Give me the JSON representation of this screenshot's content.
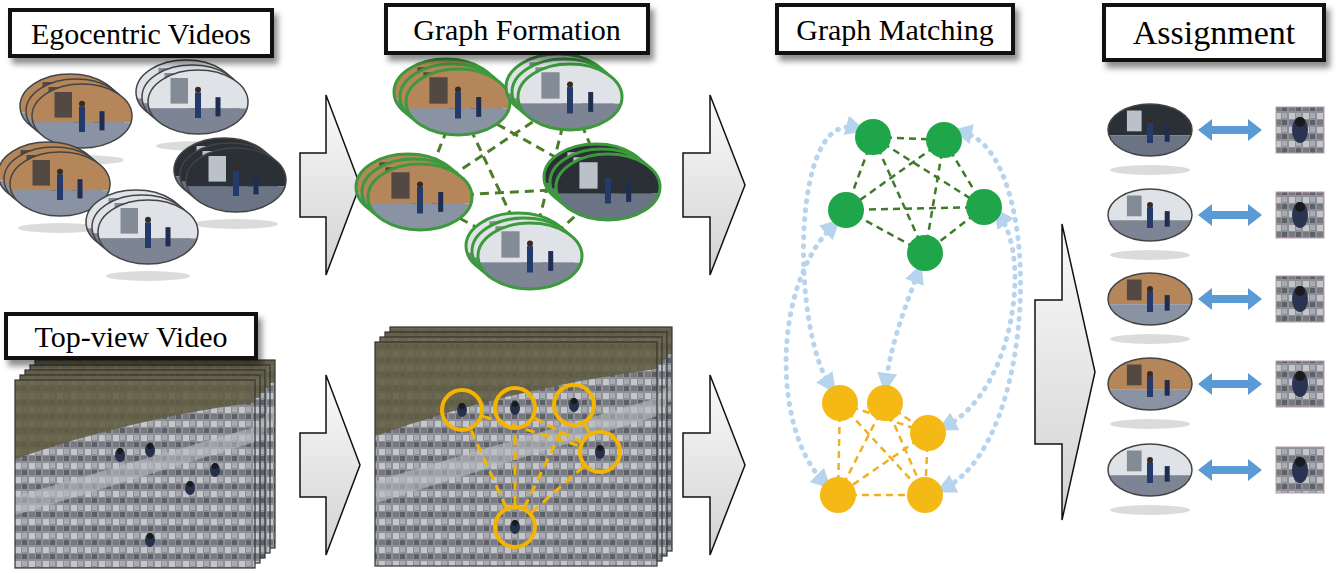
{
  "diagram": {
    "nodes": [
      {
        "text": [
          "Egocentric Videos"
        ]
      },
      {
        "text": [
          "Graph Formation"
        ]
      },
      {
        "text": [
          "Graph Matching"
        ]
      },
      {
        "text": [
          "Assignment"
        ]
      },
      {
        "text": [
          "Top-view Video"
        ]
      }
    ]
  }
}
